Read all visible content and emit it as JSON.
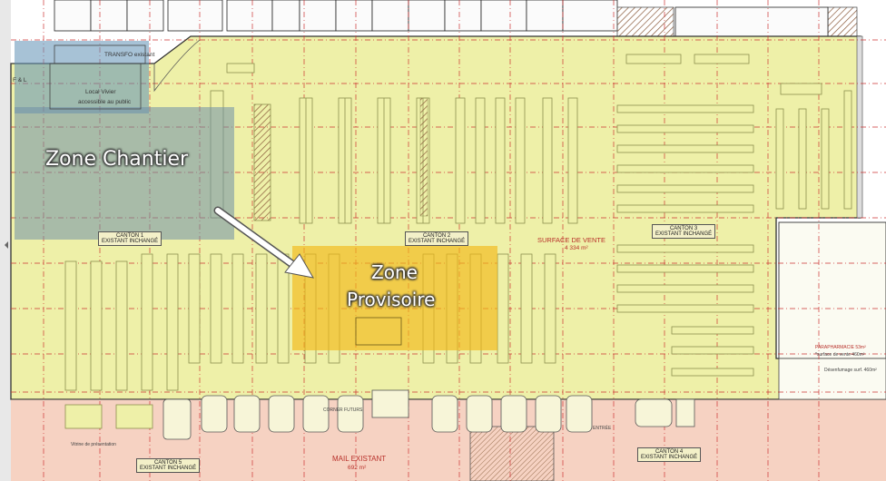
{
  "zones": {
    "chantier": {
      "label": "Zone Chantier",
      "color": "#5f8fb4"
    },
    "provisoire": {
      "label_line1": "Zone",
      "label_line2": "Provisoire",
      "color": "#f3b817"
    }
  },
  "plan_labels": {
    "transfo": "TRANSFO existant",
    "local_vivier": "Local Vivier",
    "accessible": "accessible au public",
    "fl": "F & L",
    "canton1_title": "CANTON 1",
    "canton1_sub": "EXISTANT INCHANGÉ",
    "canton2_title": "CANTON 2",
    "canton2_sub": "EXISTANT INCHANGÉ",
    "canton3_title": "CANTON 3",
    "canton3_sub": "EXISTANT INCHANGÉ",
    "canton4_title": "CANTON 4",
    "canton4_sub": "EXISTANT INCHANGÉ",
    "canton5_title": "CANTON 5",
    "canton5_sub": "EXISTANT INCHANGÉ",
    "surface_vente": "SURFACE DE VENTE",
    "surface_vente_area": "4 334 m²",
    "mail": "MAIL EXISTANT",
    "mail_area": "692 m²",
    "parapharmacie": "PARAPHARMACIE 53m²",
    "surface_vente_para": "*surface de vente 460m²",
    "desenfumage": "Désenfumage surf. 460m²",
    "coin_presentation": "Vitrine de présentation",
    "corner": "CORNER FUTURS",
    "entree": "ENTRÉE"
  },
  "colors": {
    "floor": "#eef0a8",
    "mall": "#f6d2c2",
    "grid_red": "#cc3333",
    "shelf": "#a9ad6d"
  }
}
